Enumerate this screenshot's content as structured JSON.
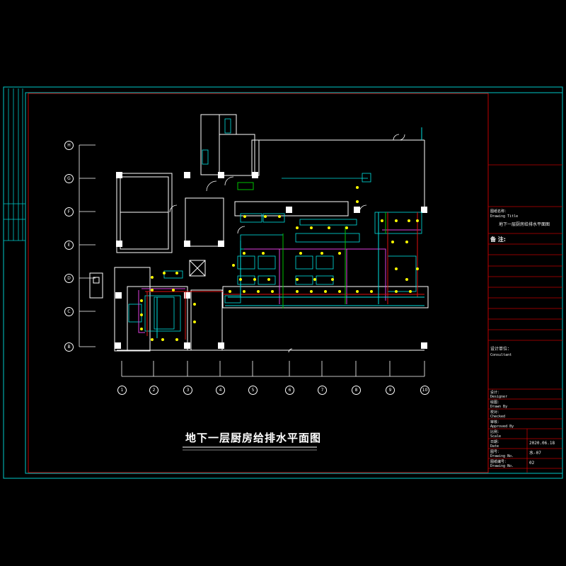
{
  "drawing_title": "地下一层厨房给排水平面图",
  "grid_rows": [
    "H",
    "G",
    "F",
    "E",
    "D",
    "C",
    "B"
  ],
  "grid_cols": [
    "1",
    "2",
    "3",
    "4",
    "5",
    "6",
    "7",
    "8",
    "9",
    "10"
  ],
  "title_block": {
    "drawing_name_cn": "图纸名称：",
    "drawing_name_en": "Drawing Title",
    "drawing_name_value": "地下一层厨房给排水平面图",
    "remarks_label": "备 注:",
    "design_unit_label": "设计单位：",
    "design_unit_en": "Consultant",
    "designer_label": "设计：",
    "designer_en": "Designer",
    "drawn_label": "绘图：",
    "drawn_en": "Drawn By",
    "checked_label": "校对：",
    "checked_en": "Checked",
    "approved_label": "审核：",
    "approved_en": "Approved By",
    "scale_label": "比例：",
    "scale_en": "Scale",
    "date_label": "日期：",
    "date_en": "Date",
    "date_value": "2020.06.18",
    "drawing_no_label": "图号：",
    "drawing_no_en": "Drawing No.",
    "drawing_no_value": "水-07",
    "sheet_label": "图纸编号：",
    "sheet_en": "Drawing No.",
    "sheet_value": "02"
  },
  "colors": {
    "frame": "#00c8c8",
    "inner_frame": "#c00000",
    "walls": "#ffffff",
    "pipe_cold": "#00e0e0",
    "pipe_drain": "#e040e0",
    "pipe_red": "#e01010",
    "fixtures": "#ffff00",
    "green": "#00c000"
  }
}
